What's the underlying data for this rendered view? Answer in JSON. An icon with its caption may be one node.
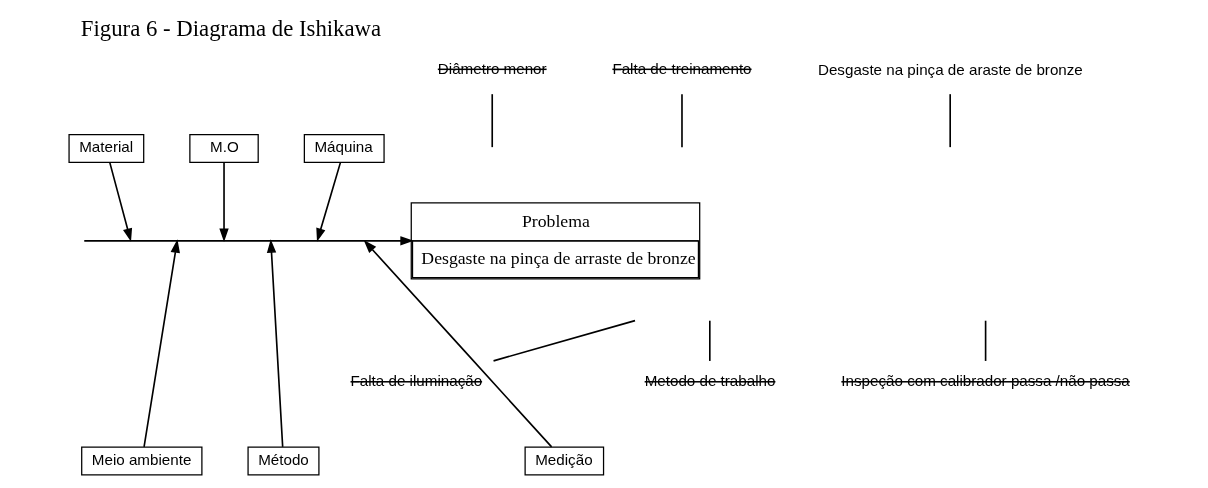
{
  "diagram": {
    "title": "Figura 6 - Diagrama de Ishikawa",
    "nodes": [
      {
        "text": [
          "Material"
        ]
      },
      {
        "text": [
          "M.O"
        ]
      },
      {
        "text": [
          "Máquina"
        ]
      },
      {
        "text": [
          "Diâmetro menor"
        ]
      },
      {
        "text": [
          "Falta de treinamento"
        ]
      },
      {
        "text": [
          "Desgaste na pinça de araste de bronze"
        ]
      },
      {
        "text": [
          "Problema",
          "Desgaste na pinça de arraste de bronze"
        ]
      },
      {
        "text": [
          "Falta de iluminação"
        ]
      },
      {
        "text": [
          "Metodo de trabalho"
        ]
      },
      {
        "text": [
          "Inspeção com calibrador passa /não passa"
        ]
      },
      {
        "text": [
          "Meio ambiente"
        ]
      },
      {
        "text": [
          "Método"
        ]
      },
      {
        "text": [
          "Medição"
        ]
      }
    ],
    "edges": [
      {
        "from": 0,
        "to": null,
        "arrow": "to"
      },
      {
        "from": 1,
        "to": null,
        "arrow": "to"
      },
      {
        "from": 2,
        "to": null,
        "arrow": "to"
      },
      {
        "from": null,
        "to": 6,
        "arrow": "to"
      },
      {
        "from": 10,
        "to": null,
        "arrow": "to"
      },
      {
        "from": 11,
        "to": null,
        "arrow": "to"
      },
      {
        "from": 12,
        "to": null,
        "arrow": "to"
      },
      {
        "from": 3,
        "to": null,
        "arrow": "none"
      },
      {
        "from": 4,
        "to": null,
        "arrow": "none"
      },
      {
        "from": 5,
        "to": null,
        "arrow": "none"
      },
      {
        "from": 7,
        "to": null,
        "arrow": "none"
      },
      {
        "from": 8,
        "to": null,
        "arrow": "none"
      },
      {
        "from": 9,
        "to": null,
        "arrow": "none"
      }
    ]
  }
}
